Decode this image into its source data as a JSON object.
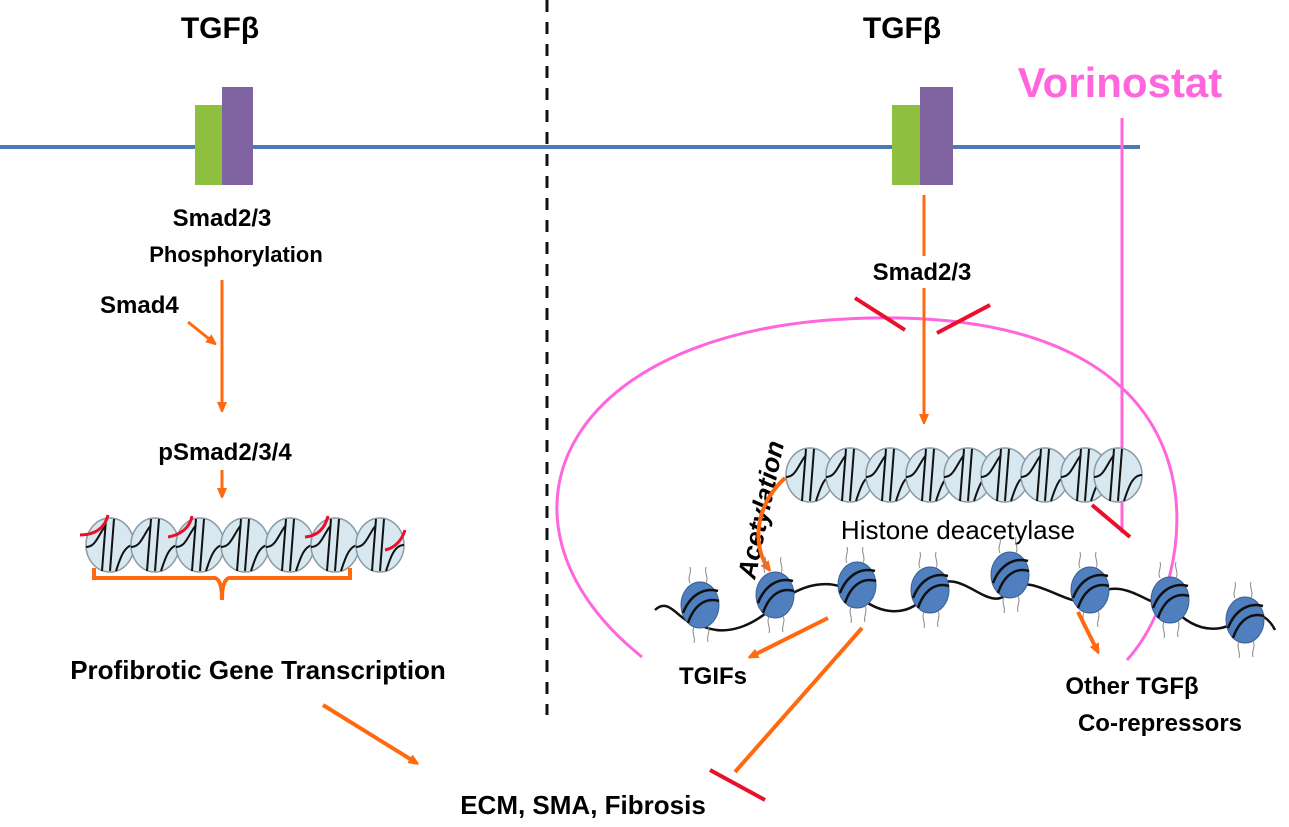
{
  "colors": {
    "membrane": "#4a7ab8",
    "arrow": "#ff6a10",
    "inhibit": "#e8102a",
    "vorinostat": "#ff66dd",
    "receptor_green": "#8fbf3e",
    "receptor_purple": "#8064a2",
    "nucleosome_light": "#d8e8f0",
    "nucleosome_blue": "#4f7fbf"
  },
  "left": {
    "ligand": "TGFβ",
    "smad": "Smad2/3",
    "phospho": "Phosphorylation",
    "smad4": "Smad4",
    "complex": "pSmad2/3/4",
    "transcription": "Profibrotic Gene Transcription"
  },
  "right": {
    "ligand": "TGFβ",
    "drug": "Vorinostat",
    "smad": "Smad2/3",
    "acetylation": "Acetylation",
    "hdac": "Histone deacetylase",
    "tgifs": "TGIFs",
    "corep_line1": "Other TGFβ",
    "corep_line2": "Co-repressors"
  },
  "outcome": "ECM, SMA, Fibrosis",
  "icons": [
    "receptor-icon",
    "nucleosome-icon",
    "inhibition-bar-icon",
    "arrow-icon"
  ]
}
